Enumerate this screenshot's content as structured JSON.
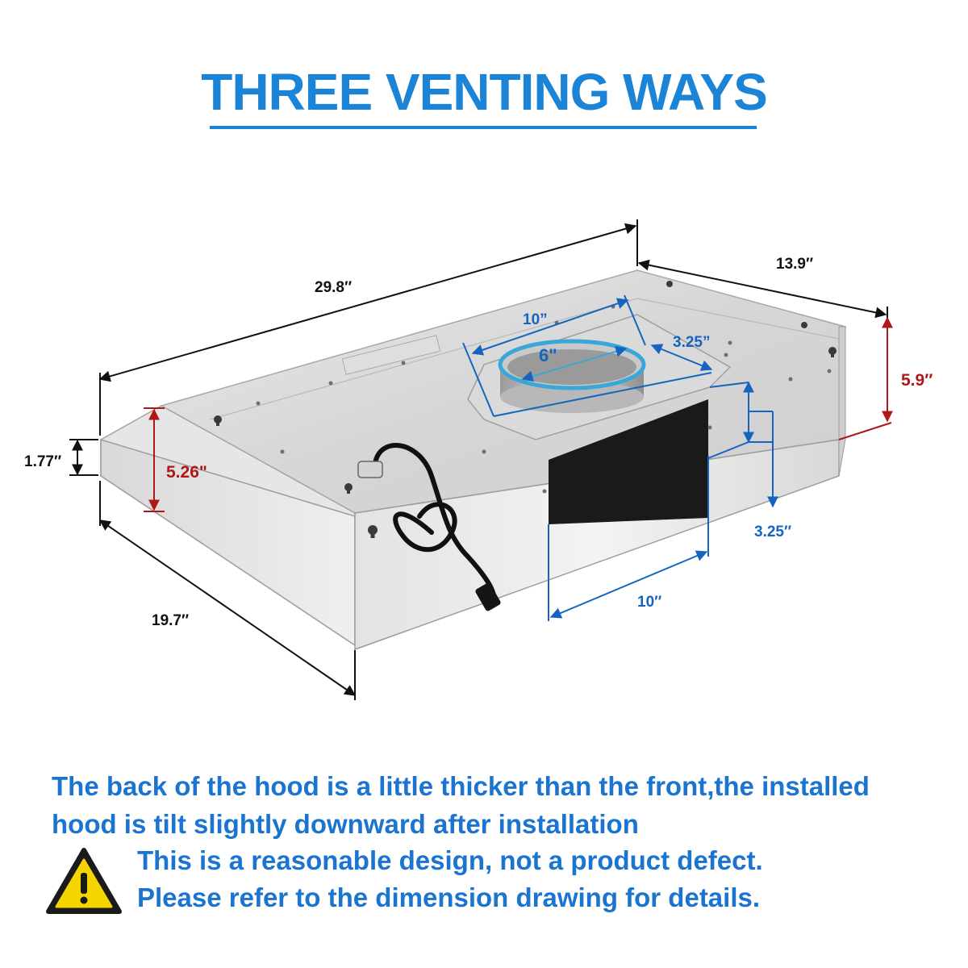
{
  "title": "THREE VENTING WAYS",
  "dimensions": {
    "width": "29.8″",
    "depth_top": "13.9″",
    "depth_bottom": "19.7″",
    "front_height": "1.77″",
    "side_height": "5.26\"",
    "back_height": "5.9″",
    "top_duct_width": "10”",
    "top_duct_depth": "3.25”",
    "round_duct": "6\"",
    "rear_duct_width": "10″",
    "rear_duct_height": "3.25″"
  },
  "note": {
    "line1": "The back of the hood is a little thicker than the front,the installed",
    "line2": "hood is tilt slightly downward after installation",
    "line3": "This is a reasonable design, not a product defect.",
    "line4": "Please refer to the dimension drawing for details."
  },
  "colors": {
    "title": "#1b84d6",
    "note": "#1b74d0",
    "red_dimension": "#b01818",
    "blue_dimension": "#1565c0"
  },
  "icons": {
    "warning": "warning-triangle-icon"
  }
}
